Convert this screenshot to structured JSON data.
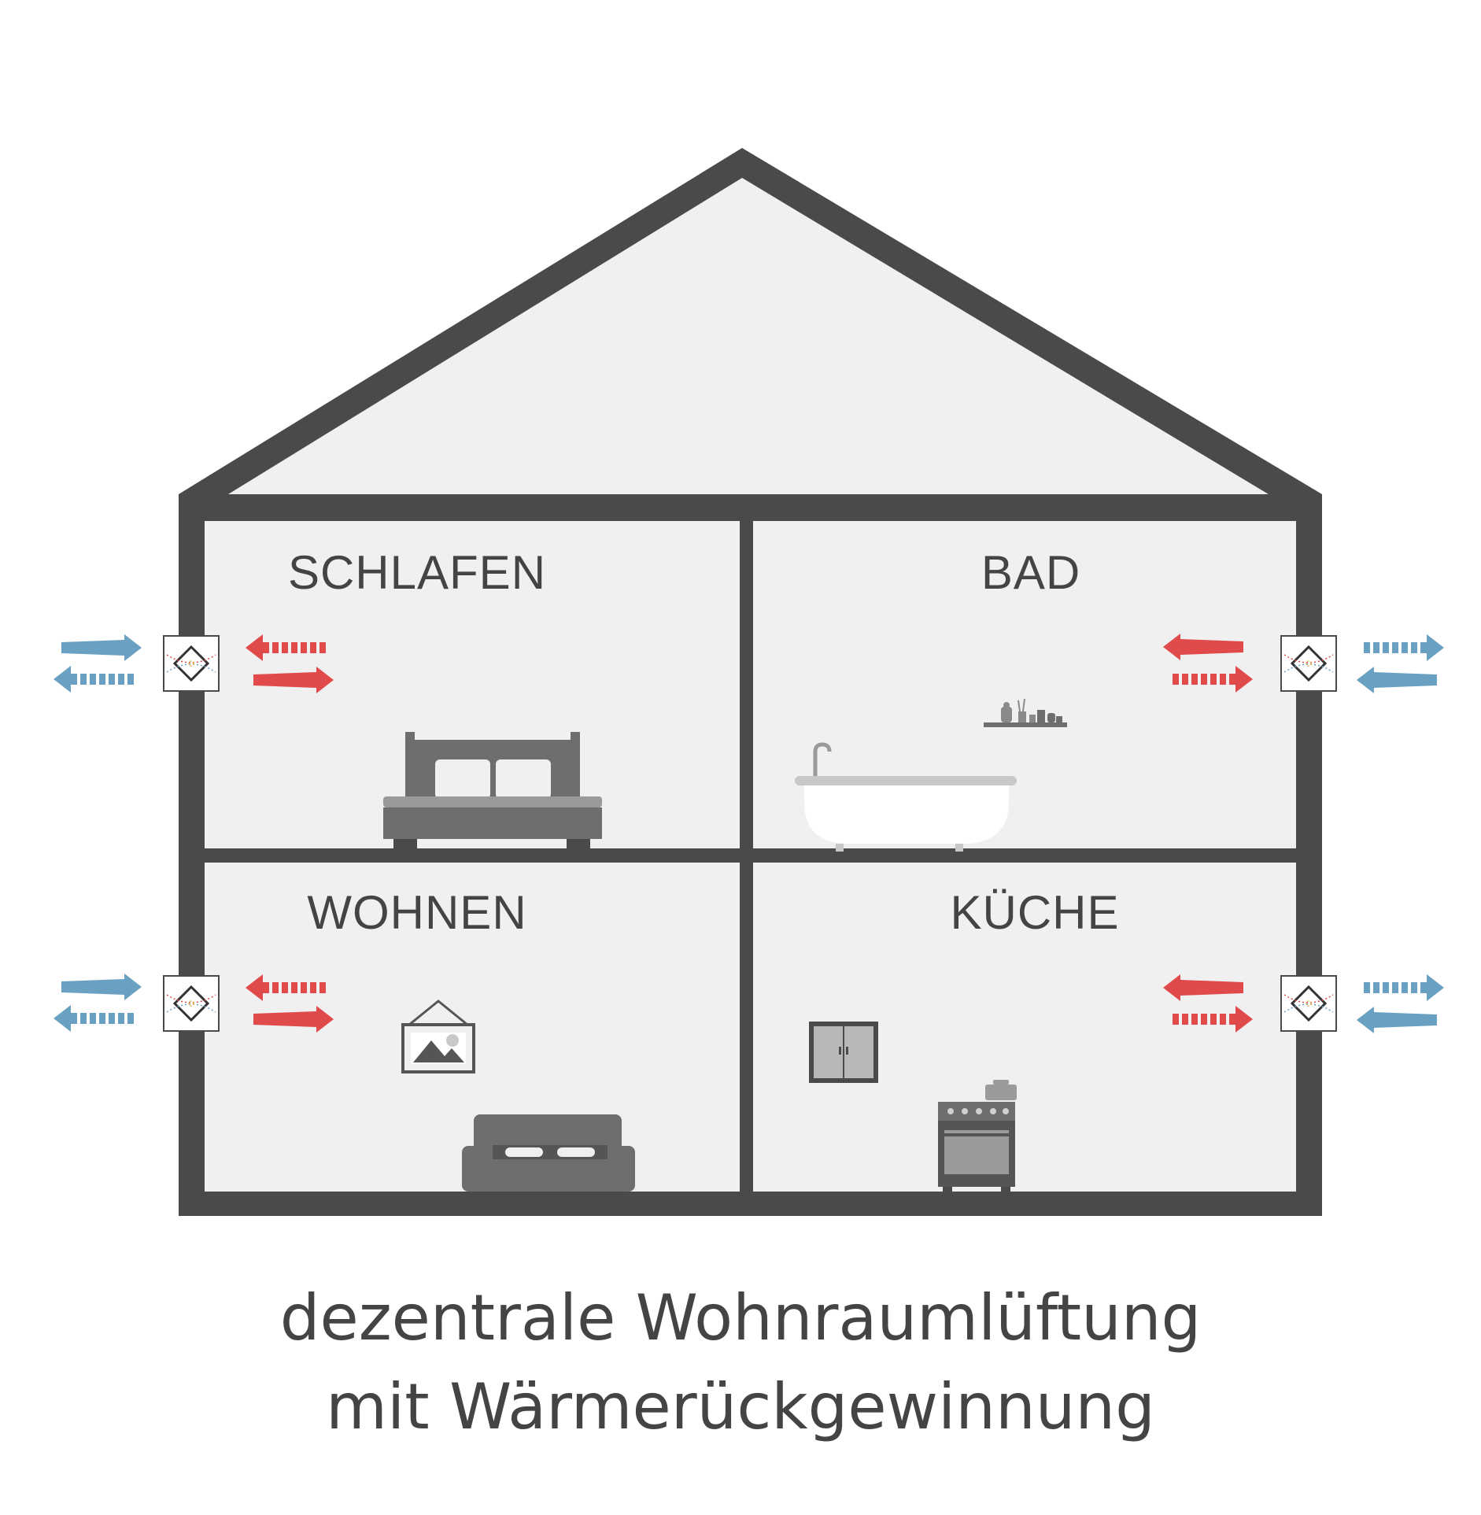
{
  "rooms": {
    "schlafen": "SCHLAFEN",
    "bad": "BAD",
    "wohnen": "WOHNEN",
    "kueche": "KÜCHE"
  },
  "caption": {
    "line1": "dezentrale Wohnraumlüftung",
    "line2": "mit Wärmerückgewinnung"
  },
  "colors": {
    "wall": "#4a4a4a",
    "room_fill": "#f0f0f0",
    "furniture": "#6e6e6e",
    "warm_air": "#e04a4a",
    "cool_air": "#6aa0c2",
    "text": "#444444"
  },
  "icons": {
    "ventilation_unit": "heat-exchanger-icon",
    "bed": "bed-icon",
    "bathtub": "bathtub-icon",
    "shelf": "shelf-icon",
    "picture": "picture-frame-icon",
    "sofa": "sofa-icon",
    "cabinet": "cabinet-icon",
    "stove": "stove-icon"
  }
}
